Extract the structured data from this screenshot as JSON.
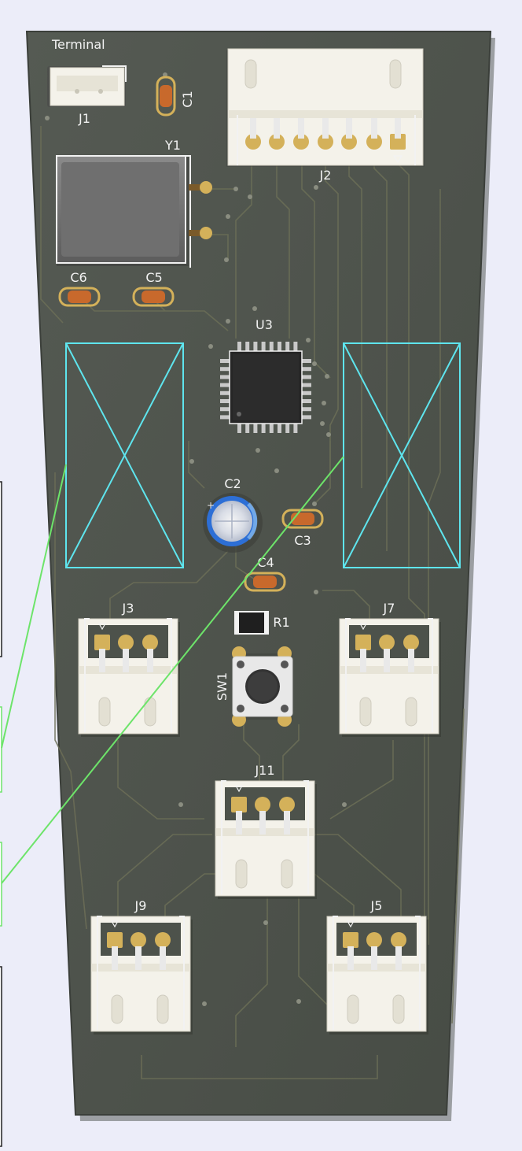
{
  "board": {
    "colors": {
      "background": "#ecedf9",
      "board": "#4d524b",
      "board_edge": "#3b3f3a",
      "silkscreen": "#f2f2f2",
      "trace": "#6c6f57",
      "pad": "#d4b15a",
      "smd_cap": "#c8692c",
      "keepout": "#5ee5ee",
      "ratsnest": "#6de46a",
      "connector_body": "#f4f2ea",
      "ic_body": "#262626"
    },
    "labels": {
      "terminal": "Terminal",
      "j1": "J1",
      "c1": "C1",
      "y1": "Y1",
      "j2": "J2",
      "c6": "C6",
      "c5": "C5",
      "u3": "U3",
      "c2": "C2",
      "c3": "C3",
      "c4": "C4",
      "r1": "R1",
      "sw1": "SW1",
      "j3": "J3",
      "j7": "J7",
      "j11": "J11",
      "j9": "J9",
      "j5": "J5"
    }
  }
}
